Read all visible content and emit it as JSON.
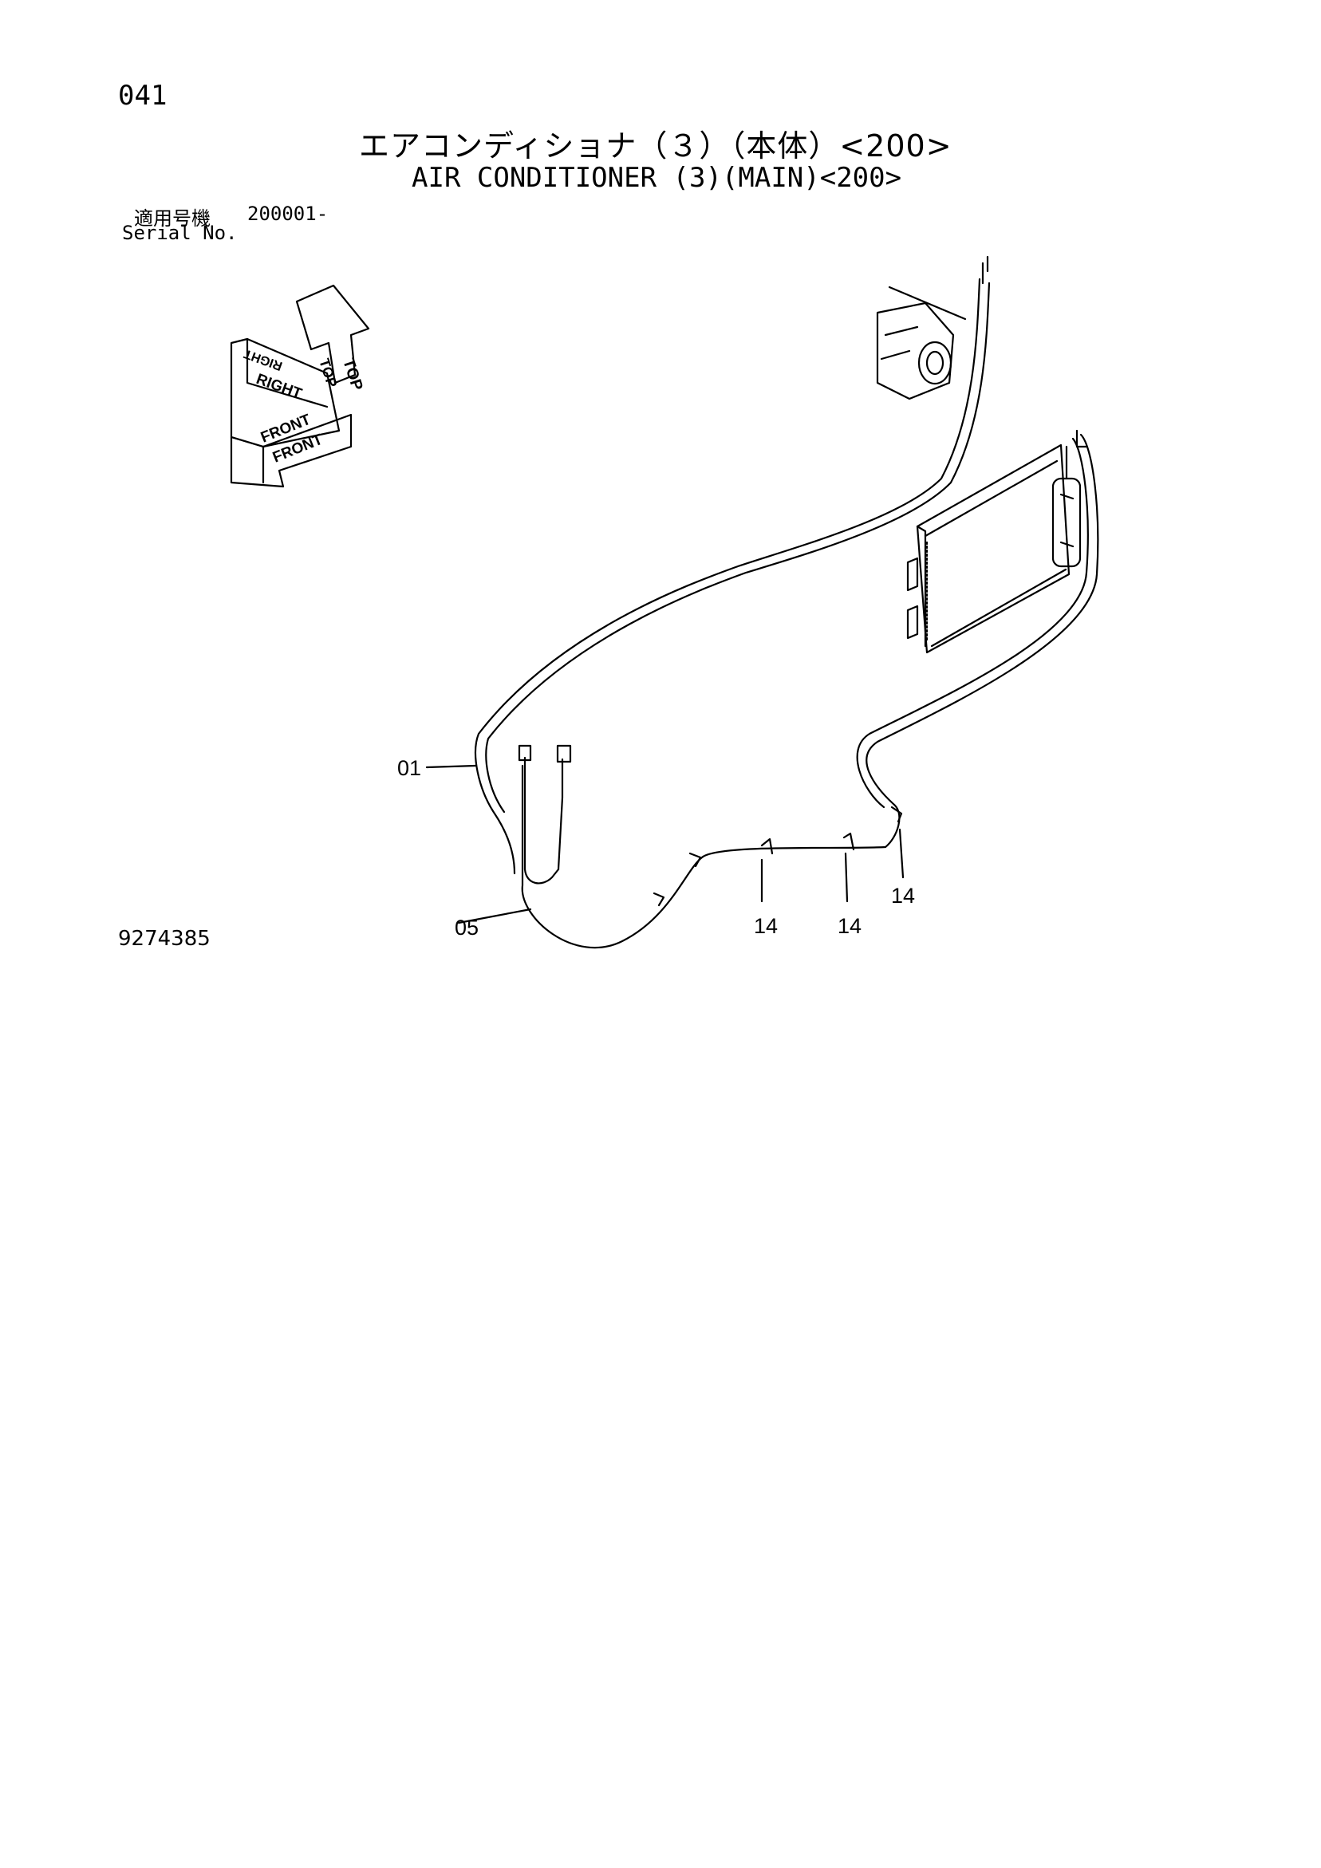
{
  "page_number": "041",
  "title": {
    "jp": "エアコンディショナ（３）（本体）<200>",
    "en": "AIR CONDITIONER (3)(MAIN)<200>"
  },
  "serial": {
    "label_jp": "適用号機",
    "value": "200001-",
    "label_en": "Serial No."
  },
  "orientation_labels": {
    "top_1": "TOP",
    "top_2": "TOP",
    "right_1": "RIGHT",
    "right_2": "RIGHT",
    "front_1": "FRONT",
    "front_2": "FRONT"
  },
  "callouts": {
    "c01": "01",
    "c05": "05",
    "c14a": "14",
    "c14b": "14",
    "c14c": "14"
  },
  "drawing_number": "9274385",
  "colors": {
    "line": "#000000",
    "background": "#ffffff"
  }
}
